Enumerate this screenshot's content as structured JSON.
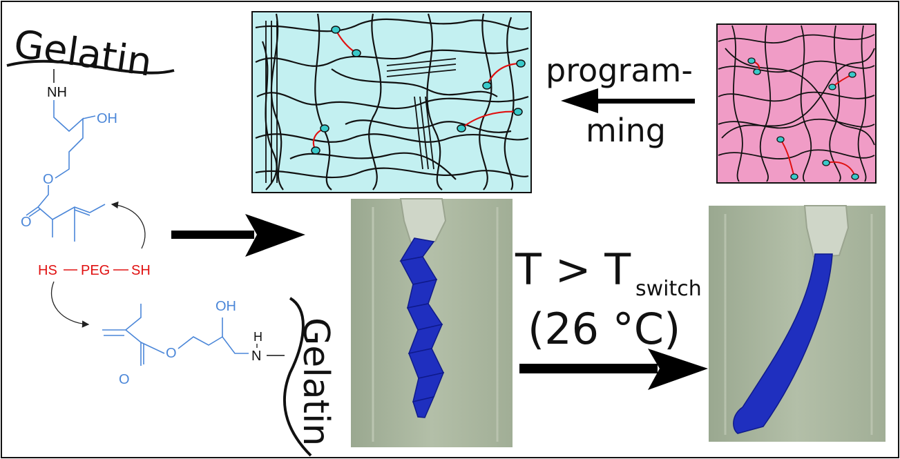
{
  "labels": {
    "gelatin_top": "Gelatin",
    "gelatin_bottom": "Gelatin",
    "nh_top": "NH",
    "oh_top": "OH",
    "o_ester_top": "O",
    "o_carbonyl_top": "O",
    "crosslinker_hs_left": "HS",
    "crosslinker_peg": "PEG",
    "crosslinker_sh_right": "SH",
    "oh_bottom": "OH",
    "o_ester_bottom": "O",
    "o_carbonyl_bottom": "O",
    "h_bottom": "H",
    "n_bottom": "N",
    "programming_line1": "program-",
    "programming_line2": "ming",
    "temp_T": "T > T",
    "temp_switch": "switch",
    "temp_value": "(26 °C)"
  },
  "colors": {
    "network_cold_bg": "#c3f0f1",
    "network_hot_bg": "#f09cc6",
    "chain": "#111111",
    "crosslink": "#e01010",
    "node": "#39c9c9",
    "chem_blue": "#4a86d8",
    "chem_red": "#e01010",
    "photo_bg": "#a9b69e",
    "strip_blue": "#1f2fbf"
  }
}
